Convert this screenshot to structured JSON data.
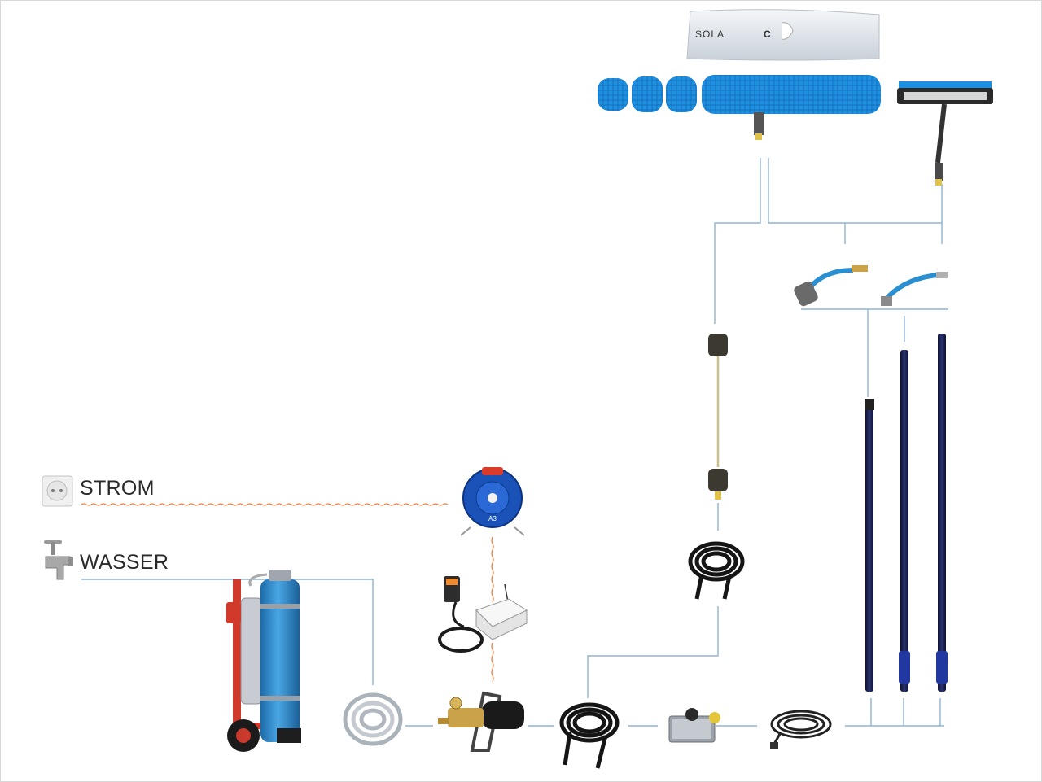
{
  "labels": {
    "strom": "STROM",
    "wasser": "WASSER"
  },
  "brand": {
    "name_part1": "SOLA",
    "name_part2": "C"
  },
  "colors": {
    "water_line": "#8fb3d9",
    "power_line": "#e8824a",
    "brush_blue": "#1f8fe0",
    "pole_dark": "#1a1f4a",
    "tank_blue": "#2f86c8"
  },
  "icons": [
    "power-socket-icon",
    "water-tap-icon",
    "cable-reel-icon",
    "pump-controller-icon",
    "filter-trolley-icon",
    "hose-coil-icon",
    "pump-unit-icon",
    "hose-reel-icon",
    "flow-meter-icon",
    "cable-coil-icon",
    "roller-brush-icon",
    "flat-brush-icon",
    "angle-adapter-icon",
    "telescopic-pole-icon",
    "brush-cover-icon"
  ]
}
